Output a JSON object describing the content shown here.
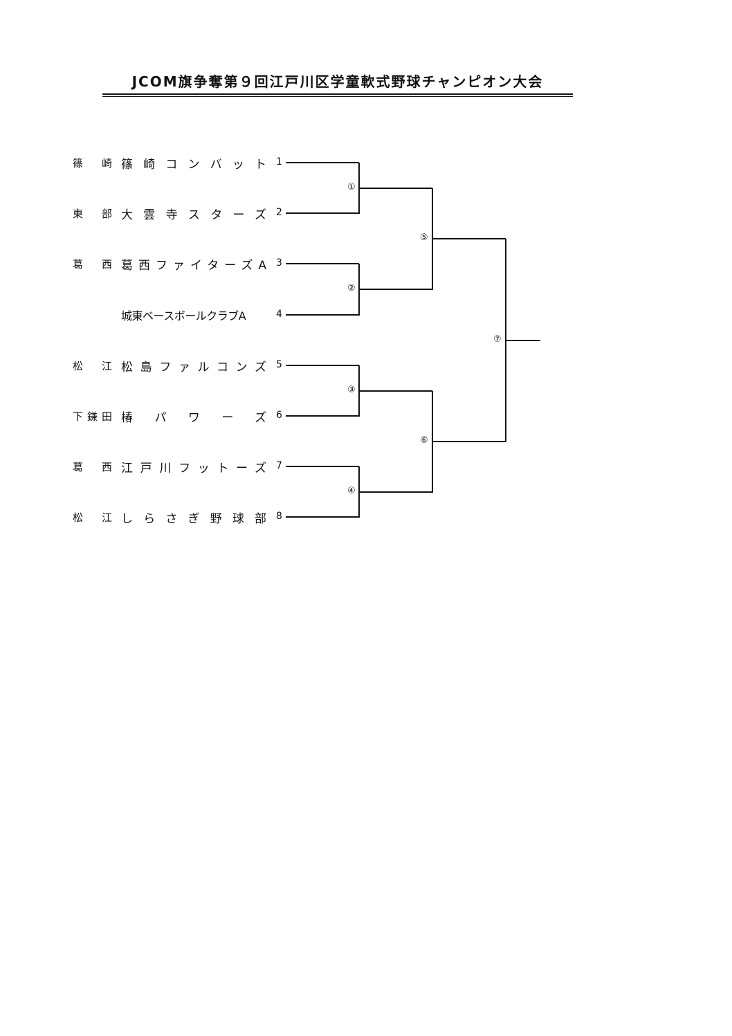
{
  "title": "JCOM旗争奪第９回江戸川区学童軟式野球チャンピオン大会",
  "teams": [
    {
      "region": "篠崎",
      "name": "篠崎コンバット",
      "seed": "1"
    },
    {
      "region": "東部",
      "name": "大雲寺スターズ",
      "seed": "2"
    },
    {
      "region": "葛西",
      "name": "葛西ファイターズA",
      "seed": "3"
    },
    {
      "region": "",
      "name": "城東ベースボールクラブA",
      "seed": "4"
    },
    {
      "region": "松江",
      "name": "松島ファルコンズ",
      "seed": "5"
    },
    {
      "region": "下鎌田",
      "name": "椿パワーズ",
      "seed": "6"
    },
    {
      "region": "葛西",
      "name": "江戸川フットーズ",
      "seed": "7"
    },
    {
      "region": "松江",
      "name": "しらさぎ野球部",
      "seed": "8"
    }
  ],
  "matches": [
    "①",
    "②",
    "③",
    "④",
    "⑤",
    "⑥",
    "⑦"
  ]
}
